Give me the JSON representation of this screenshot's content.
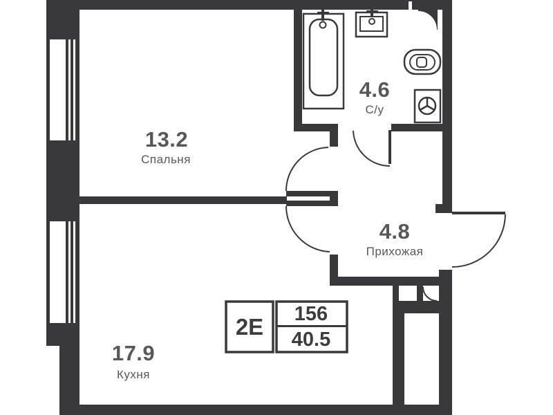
{
  "plan": {
    "background": "#ffffff",
    "wall_color": "#39393b",
    "label_color": "#58585a",
    "rooms": {
      "bedroom": {
        "area": "13.2",
        "name": "Спальня"
      },
      "kitchen": {
        "area": "17.9",
        "name": "Кухня"
      },
      "hallway": {
        "area": "4.8",
        "name": "Прихожая"
      },
      "bathroom": {
        "area": "4.6",
        "name": "С/у"
      }
    },
    "info": {
      "unit_type": "2Е",
      "unit_number": "156",
      "total_area": "40.5"
    },
    "fixtures": [
      "bathtub-icon",
      "sink-icon",
      "toilet-icon",
      "washing-machine-icon"
    ]
  }
}
